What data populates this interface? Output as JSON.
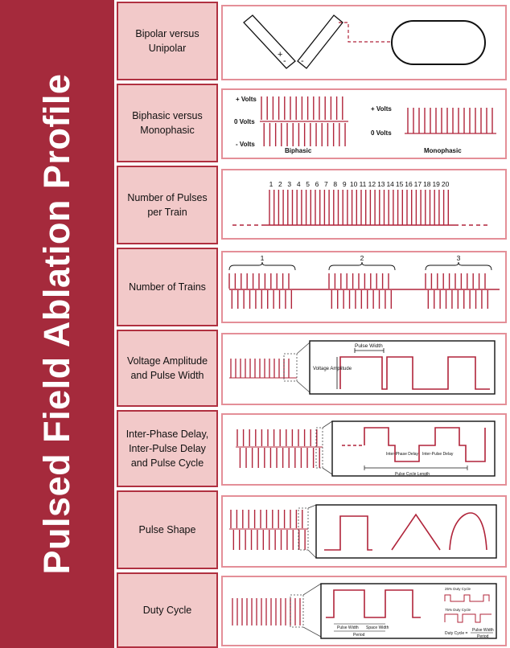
{
  "title": "Pulsed Field Ablation Profile",
  "rows": [
    {
      "id": "bipolar",
      "label": "Bipolar versus Unipolar"
    },
    {
      "id": "biphasic",
      "label": "Biphasic versus Monophasic",
      "plus_volts": "+ Volts",
      "zero_volts": "0 Volts",
      "minus_volts": "- Volts",
      "biphasic": "Biphasic",
      "monophasic": "Monophasic"
    },
    {
      "id": "pulses",
      "label": "Number of Pulses per Train",
      "numbers": [
        "1",
        "2",
        "3",
        "4",
        "5",
        "6",
        "7",
        "8",
        "9",
        "10",
        "11",
        "12",
        "13",
        "14",
        "15",
        "16",
        "17",
        "18",
        "19",
        "20"
      ]
    },
    {
      "id": "trains",
      "label": "Number of Trains",
      "numbers": [
        "1",
        "2",
        "3"
      ]
    },
    {
      "id": "amplitude",
      "label": "Voltage Amplitude and Pulse Width",
      "pulse_width": "Pulse Width",
      "voltage_amplitude": "Voltage Amplitude"
    },
    {
      "id": "delay",
      "label": "Inter-Phase Delay, Inter-Pulse Delay and Pulse Cycle",
      "inter_phase": "Inter-Phase Delay",
      "inter_pulse": "Inter-Pulse Delay",
      "cycle": "Pulse Cycle Length"
    },
    {
      "id": "shape",
      "label": "Pulse Shape"
    },
    {
      "id": "duty",
      "label": "Duty Cycle",
      "pulse_width": "Pulse Width",
      "space_width": "Space Width",
      "period": "Period",
      "duty25": "25% Duty Cycle",
      "duty75": "75% Duty Cycle",
      "formula_left": "Duty Cycle =",
      "formula_num": "Pulse Width",
      "formula_den": "Period"
    }
  ],
  "colors": {
    "accent": "#a52a3c",
    "label_bg": "#f2c9c9",
    "wave": "#b0243a",
    "panel_border": "#e48f98"
  }
}
